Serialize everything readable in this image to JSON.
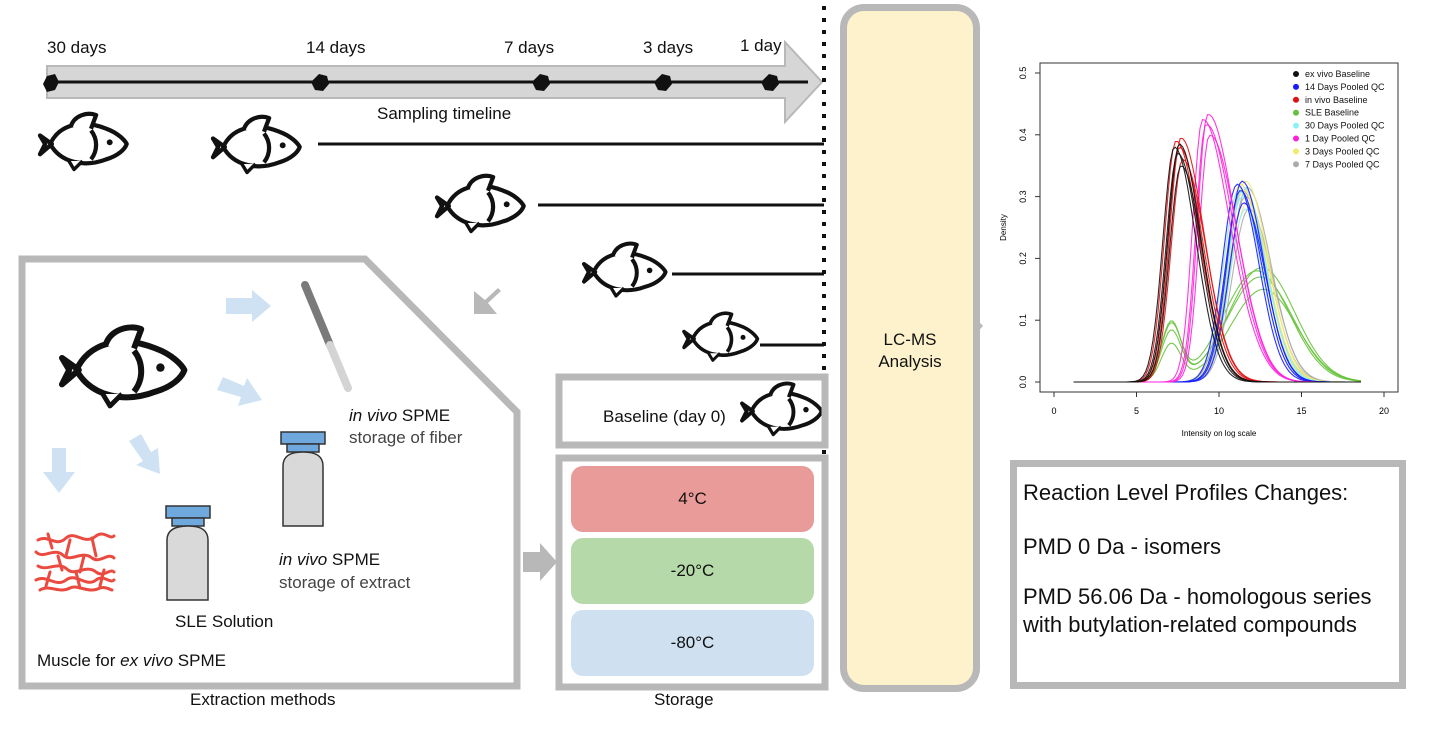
{
  "timeline": {
    "labels": [
      "30 days",
      "14 days",
      "7 days",
      "3 days",
      "1 day"
    ],
    "caption": "Sampling timeline"
  },
  "extraction": {
    "caption": "Extraction methods",
    "in_vivo_fiber_italic": "in vivo",
    "in_vivo_fiber_rest": " SPME",
    "in_vivo_fiber_line2": "storage of fiber",
    "in_vivo_extract_italic": "in vivo",
    "in_vivo_extract_rest": " SPME",
    "in_vivo_extract_line2": "storage of extract",
    "sle": "SLE Solution",
    "muscle_prefix": "Muscle for ",
    "muscle_italic": "ex vivo",
    "muscle_suffix": " SPME"
  },
  "baseline": {
    "label": "Baseline (day 0)"
  },
  "storage": {
    "caption": "Storage",
    "temps": [
      {
        "label": "4°C",
        "color": "#e89b98"
      },
      {
        "label": "-20°C",
        "color": "#b5d9a8"
      },
      {
        "label": "-80°C",
        "color": "#cfe0f1"
      }
    ]
  },
  "lcms": {
    "line1": "LC-MS",
    "line2": "Analysis"
  },
  "chart_data": {
    "type": "line",
    "xlabel": "Intensity on log scale",
    "ylabel": "Density",
    "xlim": [
      0,
      20
    ],
    "ylim": [
      0,
      0.5
    ],
    "xticks": [
      0,
      5,
      10,
      15,
      20
    ],
    "yticks": [
      0.0,
      0.1,
      0.2,
      0.3,
      0.4,
      0.5
    ],
    "ytick_labels": [
      "0.0",
      "0.1",
      "0.2",
      "0.3",
      "0.4",
      "0.5"
    ],
    "legend_position": "top-right",
    "series": [
      {
        "name": "ex vivo Baseline",
        "color": "#111111",
        "peak_x": 7.5,
        "peak_y": 0.37
      },
      {
        "name": "14 Days Pooled QC",
        "color": "#1a1aff",
        "peak_x": 11.3,
        "peak_y": 0.31
      },
      {
        "name": "in vivo Baseline",
        "color": "#e01010",
        "peak_x": 7.6,
        "peak_y": 0.38
      },
      {
        "name": "SLE Baseline",
        "color": "#66c23a",
        "peak_x": 12.5,
        "peak_y": 0.17
      },
      {
        "name": "30 Days Pooled QC",
        "color": "#8ff0f5",
        "peak_x": 11.4,
        "peak_y": 0.3
      },
      {
        "name": "1 Day Pooled QC",
        "color": "#ff22dd",
        "peak_x": 9.2,
        "peak_y": 0.41
      },
      {
        "name": "3 Days Pooled QC",
        "color": "#f2ea6e",
        "peak_x": 11.5,
        "peak_y": 0.31
      },
      {
        "name": "7 Days Pooled QC",
        "color": "#aaaaaa",
        "peak_x": 11.6,
        "peak_y": 0.3
      }
    ]
  },
  "reaction": {
    "title": "Reaction Level Profiles Changes:",
    "item1": "PMD 0 Da - isomers",
    "item2": "PMD 56.06 Da - homologous series with butylation-related compounds"
  }
}
